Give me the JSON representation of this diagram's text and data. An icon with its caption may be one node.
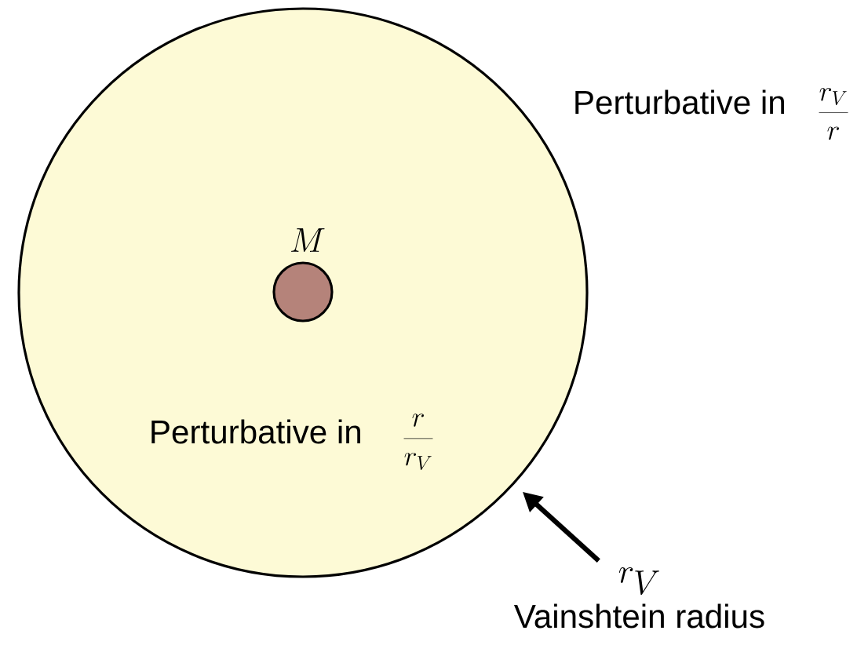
{
  "diagram": {
    "nodes": [
      {
        "text": [
          "Perturbative in",
          "\\frac{r}{r_V}"
        ]
      },
      {
        "text": [
          "M"
        ],
        "in": 0
      },
      {
        "text": [
          "r_V",
          "Vainshtein radius"
        ]
      }
    ],
    "edges": [
      {
        "from": 2,
        "to": 0,
        "arrow": "to"
      }
    ],
    "labels": [
      "Perturbative in",
      "\\frac{r_V}{r}"
    ]
  }
}
